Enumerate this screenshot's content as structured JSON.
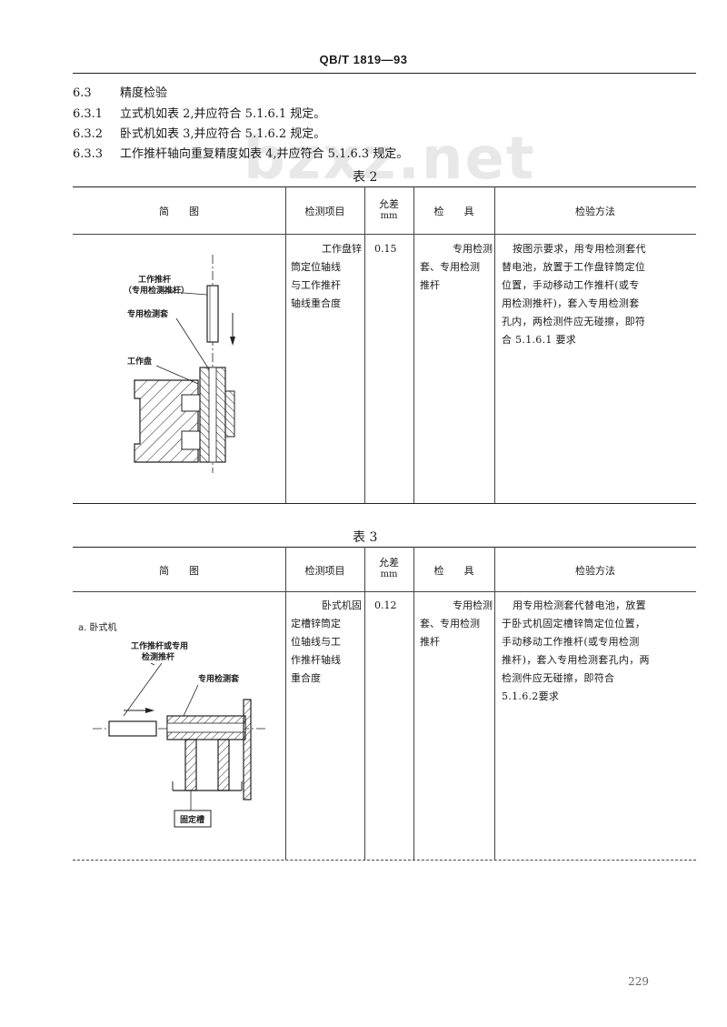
{
  "header": {
    "title": "QB/T 1819—93"
  },
  "watermark": "bzxz.net",
  "section": {
    "items": [
      {
        "num": "6.3",
        "text": "精度检验"
      },
      {
        "num": "6.3.1",
        "text": "立式机如表 2,并应符合 5.1.6.1 规定。"
      },
      {
        "num": "6.3.2",
        "text": "卧式机如表 3,并应符合 5.1.6.2 规定。"
      },
      {
        "num": "6.3.3",
        "text": "工作推杆轴向重复精度如表 4,并应符合 5.1.6.3 规定。"
      }
    ]
  },
  "columns": {
    "sketch": "简　　图",
    "item": "检测项目",
    "tol_line1": "允差",
    "tol_line2": "mm",
    "tool": "检　　具",
    "method": "检验方法"
  },
  "table2": {
    "caption": "表 2",
    "row": {
      "item_lines": [
        "工作盘锌",
        "筒定位轴线",
        "与工作推杆",
        "轴线重合度"
      ],
      "tolerance": "0.15",
      "tool_lines": [
        "专用检测",
        "套、专用检测",
        "推杆"
      ],
      "method_lines": [
        "按图示要求，用专用检测套代",
        "替电池，放置于工作盘锌筒定位",
        "位置，手动移动工作推杆(或专",
        "用检测推杆)，套入专用检测套",
        "孔内，两检测件应无碰擦，即符",
        "合 5.1.6.1 要求"
      ]
    },
    "figure": {
      "label_pushrod": "工作推杆",
      "label_pushrod_alt": "（专用检测推杆）",
      "label_sleeve": "专用检测套",
      "label_disk": "工作盘"
    }
  },
  "table3": {
    "caption": "表 3",
    "row": {
      "item_lines": [
        "卧式机固",
        "定槽锌筒定",
        "位轴线与工",
        "作推杆轴线",
        "重合度"
      ],
      "tolerance": "0.12",
      "tool_lines": [
        "专用检测",
        "套、专用检测",
        "推杆"
      ],
      "method_lines": [
        "用专用检测套代替电池，放置",
        "于卧式机固定槽锌筒定位位置，",
        "手动移动工作推杆(或专用检测",
        "推杆)，套入专用检测套孔内，两",
        "检测件应无碰擦，即符合",
        "5.1.6.2要求"
      ]
    },
    "figure": {
      "subtitle": "a. 卧式机",
      "label_pushrod_l1": "工作推杆或专用",
      "label_pushrod_l2": "检测推杆",
      "label_sleeve": "专用检测套",
      "label_slot": "固定槽"
    }
  },
  "page_number": "229"
}
